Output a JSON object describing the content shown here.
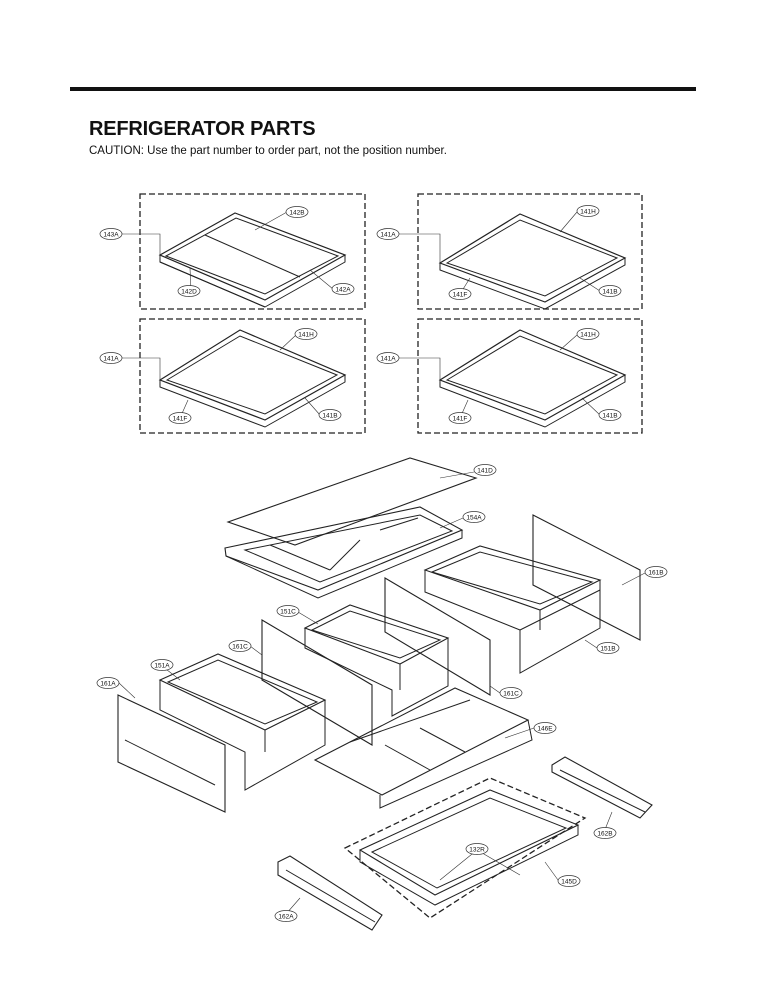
{
  "header": {
    "title": "REFRIGERATOR PARTS",
    "caution": "CAUTION: Use the part number to order part, not the position number."
  },
  "callouts": {
    "p143A": "143A",
    "p142B": "142B",
    "p142D": "142D",
    "p142A": "142A",
    "p141A_1": "141A",
    "p141H_1": "141H",
    "p141F_1": "141F",
    "p141B_1": "141B",
    "p141A_2": "141A",
    "p141H_2": "141H",
    "p141F_2": "141F",
    "p141B_2": "141B",
    "p141A_3": "141A",
    "p141H_3": "141H",
    "p141F_3": "141F",
    "p141B_3": "141B",
    "p141D": "141D",
    "p154A": "154A",
    "p161B": "161B",
    "p151C": "151C",
    "p161C_1": "161C",
    "p151A": "151A",
    "p161A": "161A",
    "p151B": "151B",
    "p161C_2": "161C",
    "p146E": "146E",
    "p162B": "162B",
    "p132R": "132R",
    "p145D": "145D",
    "p162A": "162A"
  }
}
